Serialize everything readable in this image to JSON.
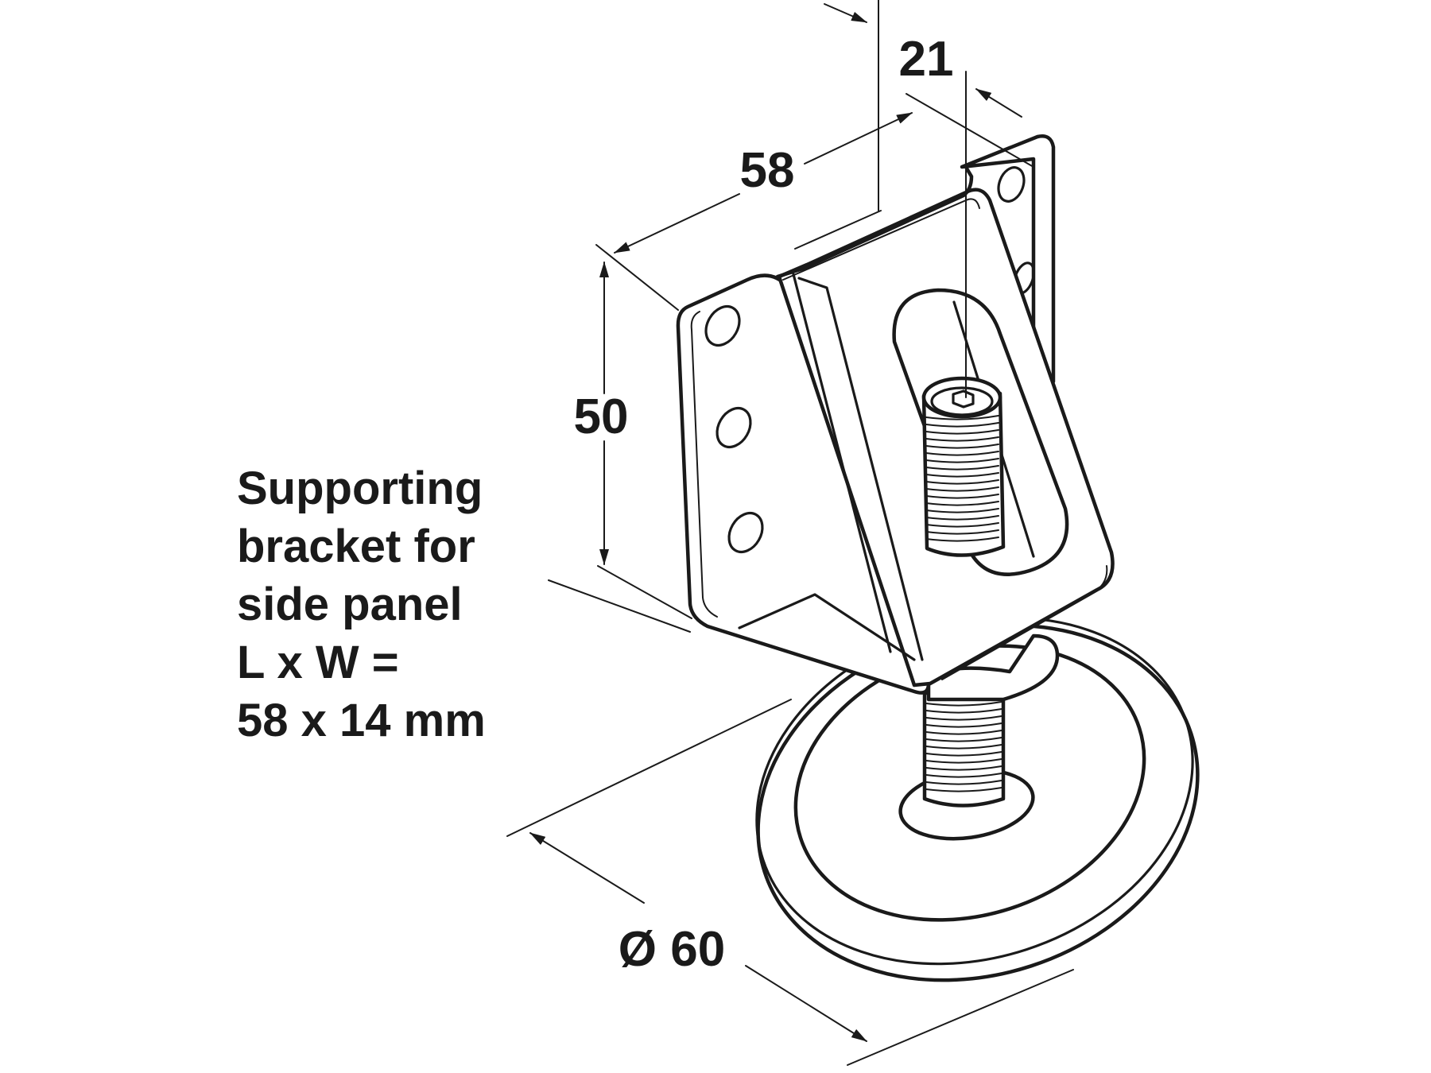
{
  "dimensions": {
    "length": "58",
    "width": "21",
    "height": "50",
    "diameter": "Ø 60"
  },
  "label": {
    "lines": [
      "Supporting",
      "bracket for",
      "side panel",
      "L x W =",
      "58 x 14 mm"
    ]
  },
  "colors": {
    "line": "#1a1a1a",
    "background": "#ffffff"
  }
}
